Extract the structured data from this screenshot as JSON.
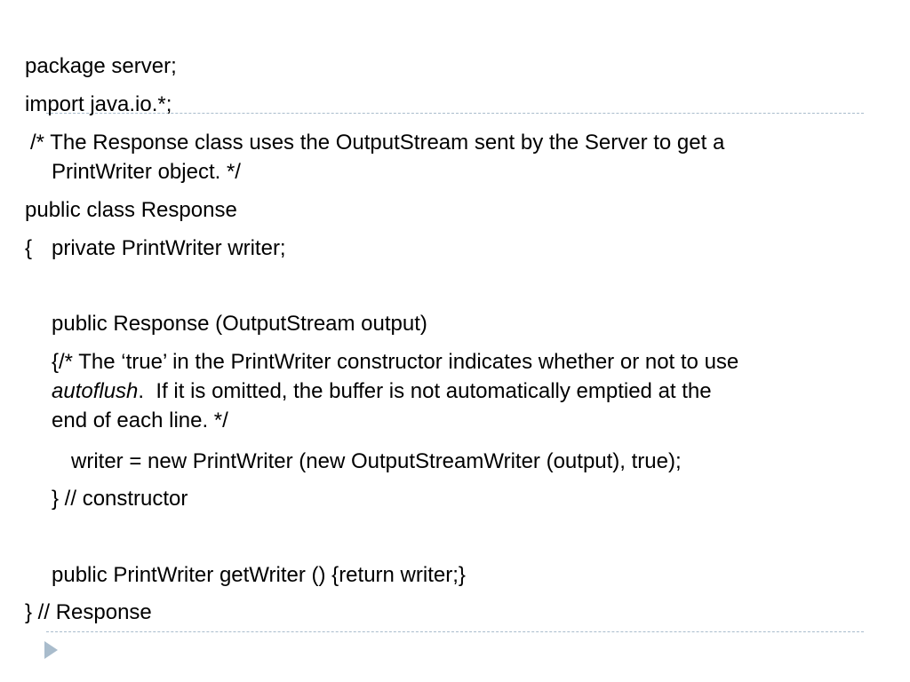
{
  "code": {
    "l1": "package server;",
    "l2": "import java.io.*;",
    "l3a": "/* The Response class uses the OutputStream sent by the Server to get a",
    "l3b": "PrintWriter object. */",
    "l4": "public class Response",
    "l5_brace": "{",
    "l5": "private PrintWriter writer;",
    "l6": "public Response (OutputStream output)",
    "l7a": "{/* The ‘true’ in the PrintWriter constructor indicates whether or not to use",
    "l7b_italic": "autoflush",
    "l7b_rest": ".  If it is omitted, the buffer is not automatically emptied at the",
    "l7c": "end of each line. */",
    "l8": "writer = new PrintWriter (new OutputStreamWriter (output), true);",
    "l9": "} // constructor",
    "l10": "public PrintWriter getWriter () {return writer;}",
    "l11": "} // Response"
  },
  "colors": {
    "accent": "#a9bccc"
  },
  "icons": {
    "bullet": "triangle-right-icon"
  }
}
